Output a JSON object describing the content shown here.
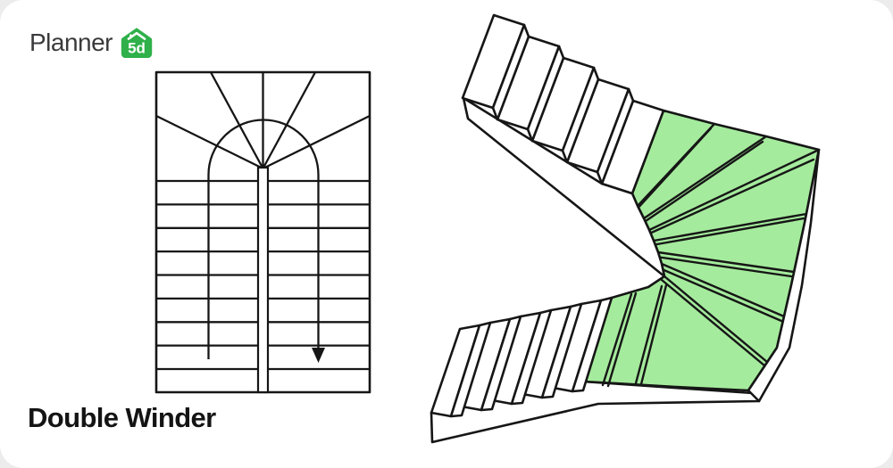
{
  "brand": {
    "wordmark": "Planner",
    "badge_label": "5d"
  },
  "title": "Double Winder",
  "colors": {
    "page_bg": "#ececec",
    "card_bg": "#ffffff",
    "line": "#161616",
    "winder_green": "#a5eb9d",
    "brand_green": "#2fb04a",
    "brand_text": "#3a3a3c",
    "title_text": "#141414"
  }
}
